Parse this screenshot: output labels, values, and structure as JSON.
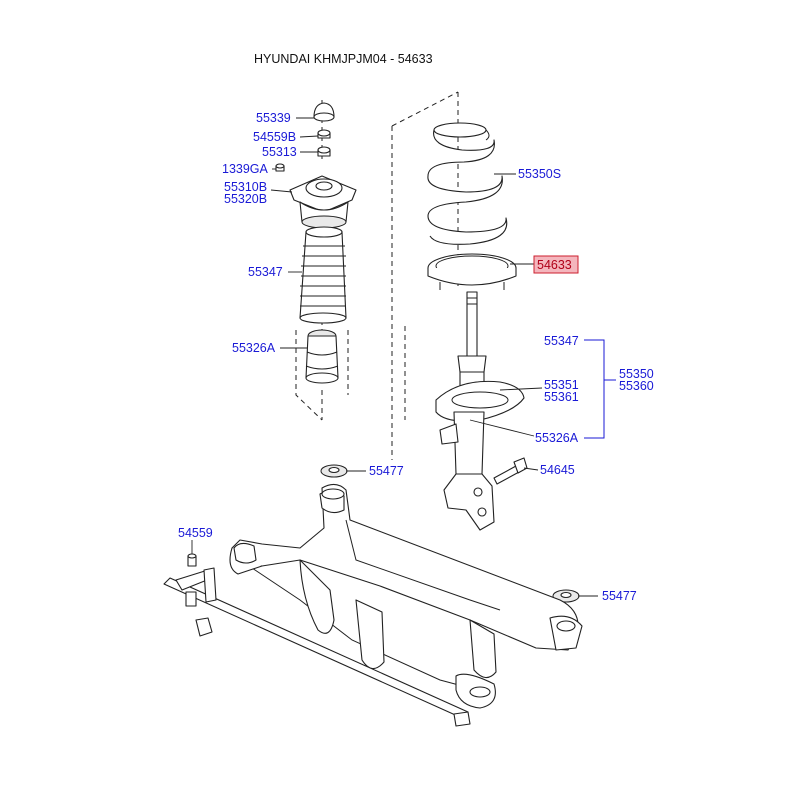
{
  "title": "HYUNDAI KHMJPJM04 - 54633",
  "highlight": {
    "part": "54633",
    "fill": "#f4b6bd",
    "border": "#cc1f2e",
    "text_color": "#b00018"
  },
  "label_color": "#1a1ad6",
  "labels": {
    "p55339": "55339",
    "p54559b": "54559B",
    "p55313": "55313",
    "p1339ga": "1339GA",
    "p55310b": "55310B",
    "p55320b": "55320B",
    "p55347_left": "55347",
    "p55326a_left": "55326A",
    "p55350s": "55350S",
    "p54633": "54633",
    "p55347_right": "55347",
    "p55351": "55351",
    "p55361": "55361",
    "p55326a_right": "55326A",
    "p55350": "55350",
    "p55360": "55360",
    "p54645": "54645",
    "p55477_top": "55477",
    "p54559": "54559",
    "p55477_bottom": "55477"
  }
}
